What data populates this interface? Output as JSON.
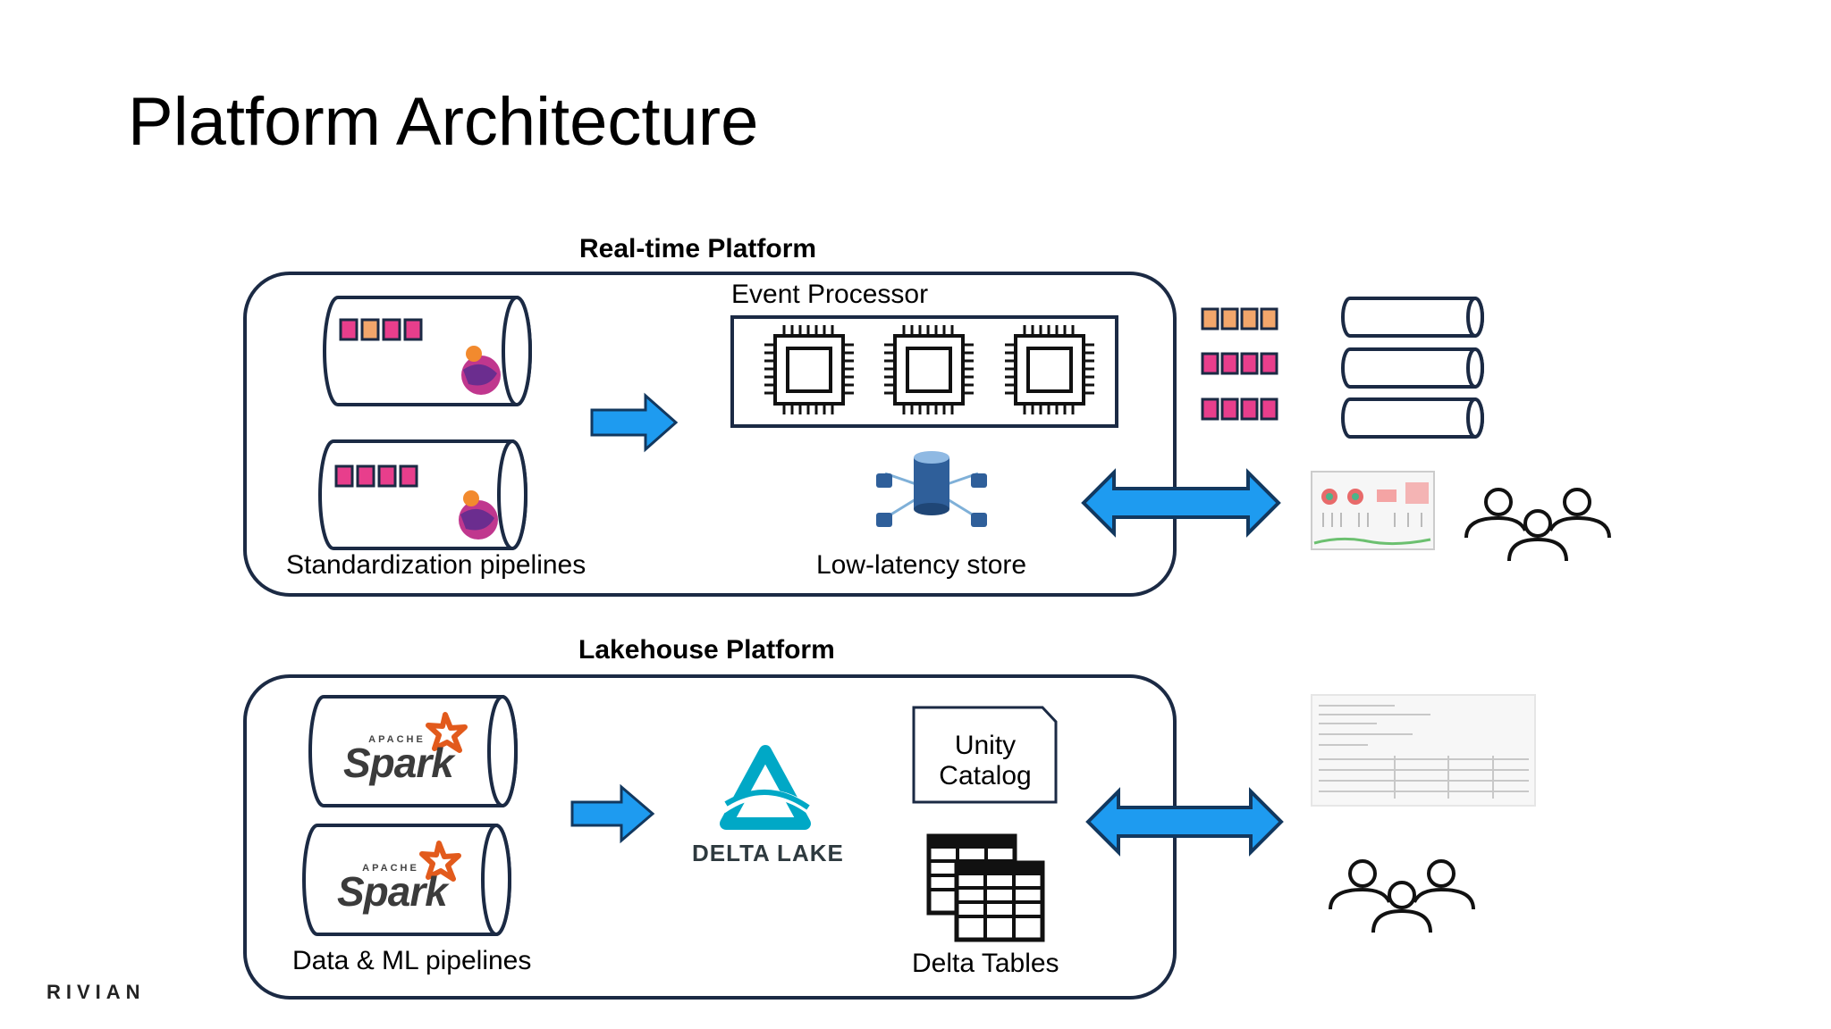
{
  "slide": {
    "title": "Platform Architecture",
    "brand": "RIVIAN"
  },
  "realtime": {
    "title": "Real-time Platform",
    "event_processor_label": "Event Processor",
    "pipelines_label": "Standardization pipelines",
    "store_label": "Low-latency store"
  },
  "lakehouse": {
    "title": "Lakehouse Platform",
    "pipelines_label": "Data & ML pipelines",
    "delta_lake_label": "DELTA LAKE",
    "unity_catalog_line1": "Unity",
    "unity_catalog_line2": "Catalog",
    "delta_tables_label": "Delta Tables",
    "spark_apache": "APACHE",
    "spark_word": "Spark"
  },
  "colors": {
    "frame": "#1b2a44",
    "arrow_fill": "#1e9bf0",
    "arrow_stroke": "#12385f",
    "msg_pink": "#e83e8c",
    "msg_orange": "#f2a66b",
    "delta_teal": "#00a8c6"
  },
  "icons": [
    "kafka-logo-icon",
    "chip-icon",
    "database-icon",
    "dashboard-thumbnail",
    "users-icon",
    "spark-logo-icon",
    "delta-lake-logo-icon",
    "document-icon",
    "table-icon",
    "notebook-thumbnail"
  ]
}
